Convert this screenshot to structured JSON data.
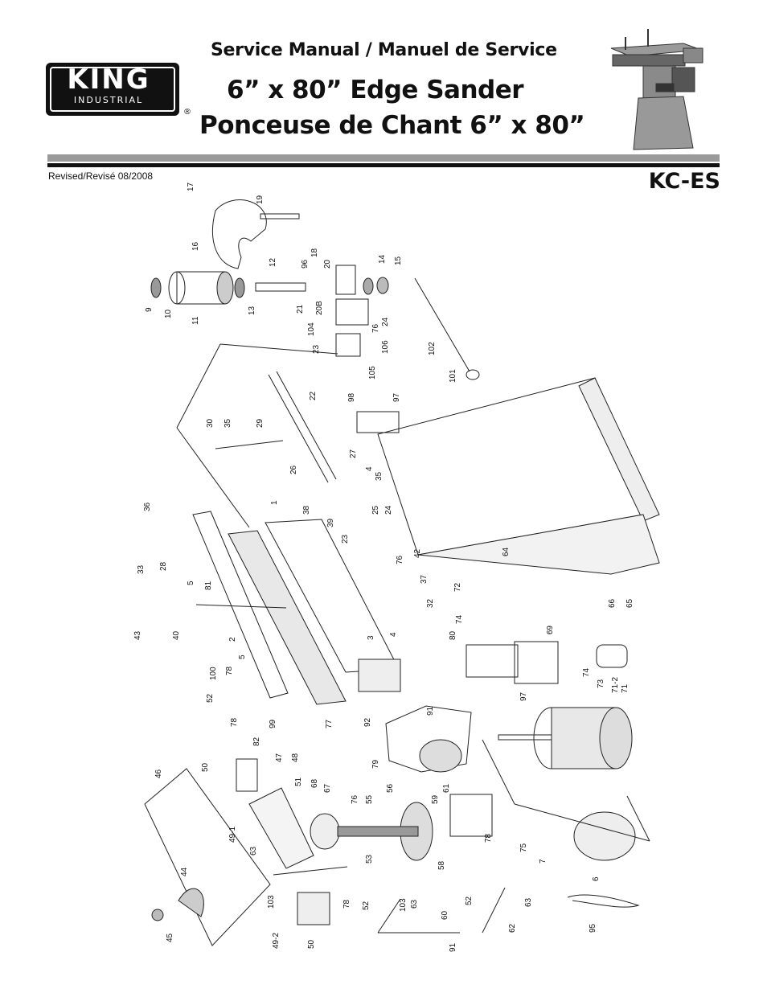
{
  "header": {
    "brand": "KING",
    "brand_sub": "INDUSTRIAL",
    "registered_mark": "®",
    "service_manual": "Service Manual / Manuel de Service",
    "title_en": "6” x 80” Edge Sander",
    "title_fr": "Ponceuse de Chant 6” x 80”",
    "revised": "Revised/Revisé 08/2008",
    "model": "KC-ES"
  },
  "parts": {
    "p17": "17",
    "p19": "19",
    "p16": "16",
    "p18": "18",
    "p20": "20",
    "p14": "14",
    "p15": "15",
    "p12": "12",
    "p96": "96",
    "p9": "9",
    "p10": "10",
    "p11": "11",
    "p13": "13",
    "p21": "21",
    "p20b": "20B",
    "p104": "104",
    "p76a": "76",
    "p24a": "24",
    "p23a": "23",
    "p106": "106",
    "p105": "105",
    "p102": "102",
    "p101": "101",
    "p22": "22",
    "p98": "98",
    "p97a": "97",
    "p30": "30",
    "p35a": "35",
    "p29": "29",
    "p26": "26",
    "p27": "27",
    "p4a": "4",
    "p35b": "35",
    "p1": "1",
    "p38": "38",
    "p39": "39",
    "p25": "25",
    "p24b": "24",
    "p23b": "23",
    "p76b": "76",
    "p42": "42",
    "p64": "64",
    "p66": "66",
    "p65": "65",
    "p36": "36",
    "p33": "33",
    "p28": "28",
    "p5a": "5",
    "p81": "81",
    "p43": "43",
    "p40": "40",
    "p2": "2",
    "p37": "37",
    "p32": "32",
    "p72": "72",
    "p74a": "74",
    "p69": "69",
    "p3": "3",
    "p4b": "4",
    "p80": "80",
    "p5b": "5",
    "p100": "100",
    "p78a": "78",
    "p52a": "52",
    "p78b": "78",
    "p99": "99",
    "p77": "77",
    "p92": "92",
    "p91a": "91",
    "p97b": "97",
    "p74b": "74",
    "p73": "73",
    "p712": "71-2",
    "p71": "71",
    "p82": "82",
    "p50a": "50",
    "p47": "47",
    "p48": "48",
    "p46": "46",
    "p79": "79",
    "p51": "51",
    "p68": "68",
    "p67": "67",
    "p76c": "76",
    "p55": "55",
    "p56": "56",
    "p59": "59",
    "p61": "61",
    "p491": "49-1",
    "p63a": "63",
    "p53": "53",
    "p58": "58",
    "p78c": "78",
    "p75": "75",
    "p7": "7",
    "p6": "6",
    "p44": "44",
    "p103a": "103",
    "p78d": "78",
    "p52b": "52",
    "p103b": "103",
    "p63b": "63",
    "p52c": "52",
    "p63c": "63",
    "p45": "45",
    "p492": "49-2",
    "p50b": "50",
    "p60": "60",
    "p62": "62",
    "p95": "95",
    "p91b": "91"
  }
}
